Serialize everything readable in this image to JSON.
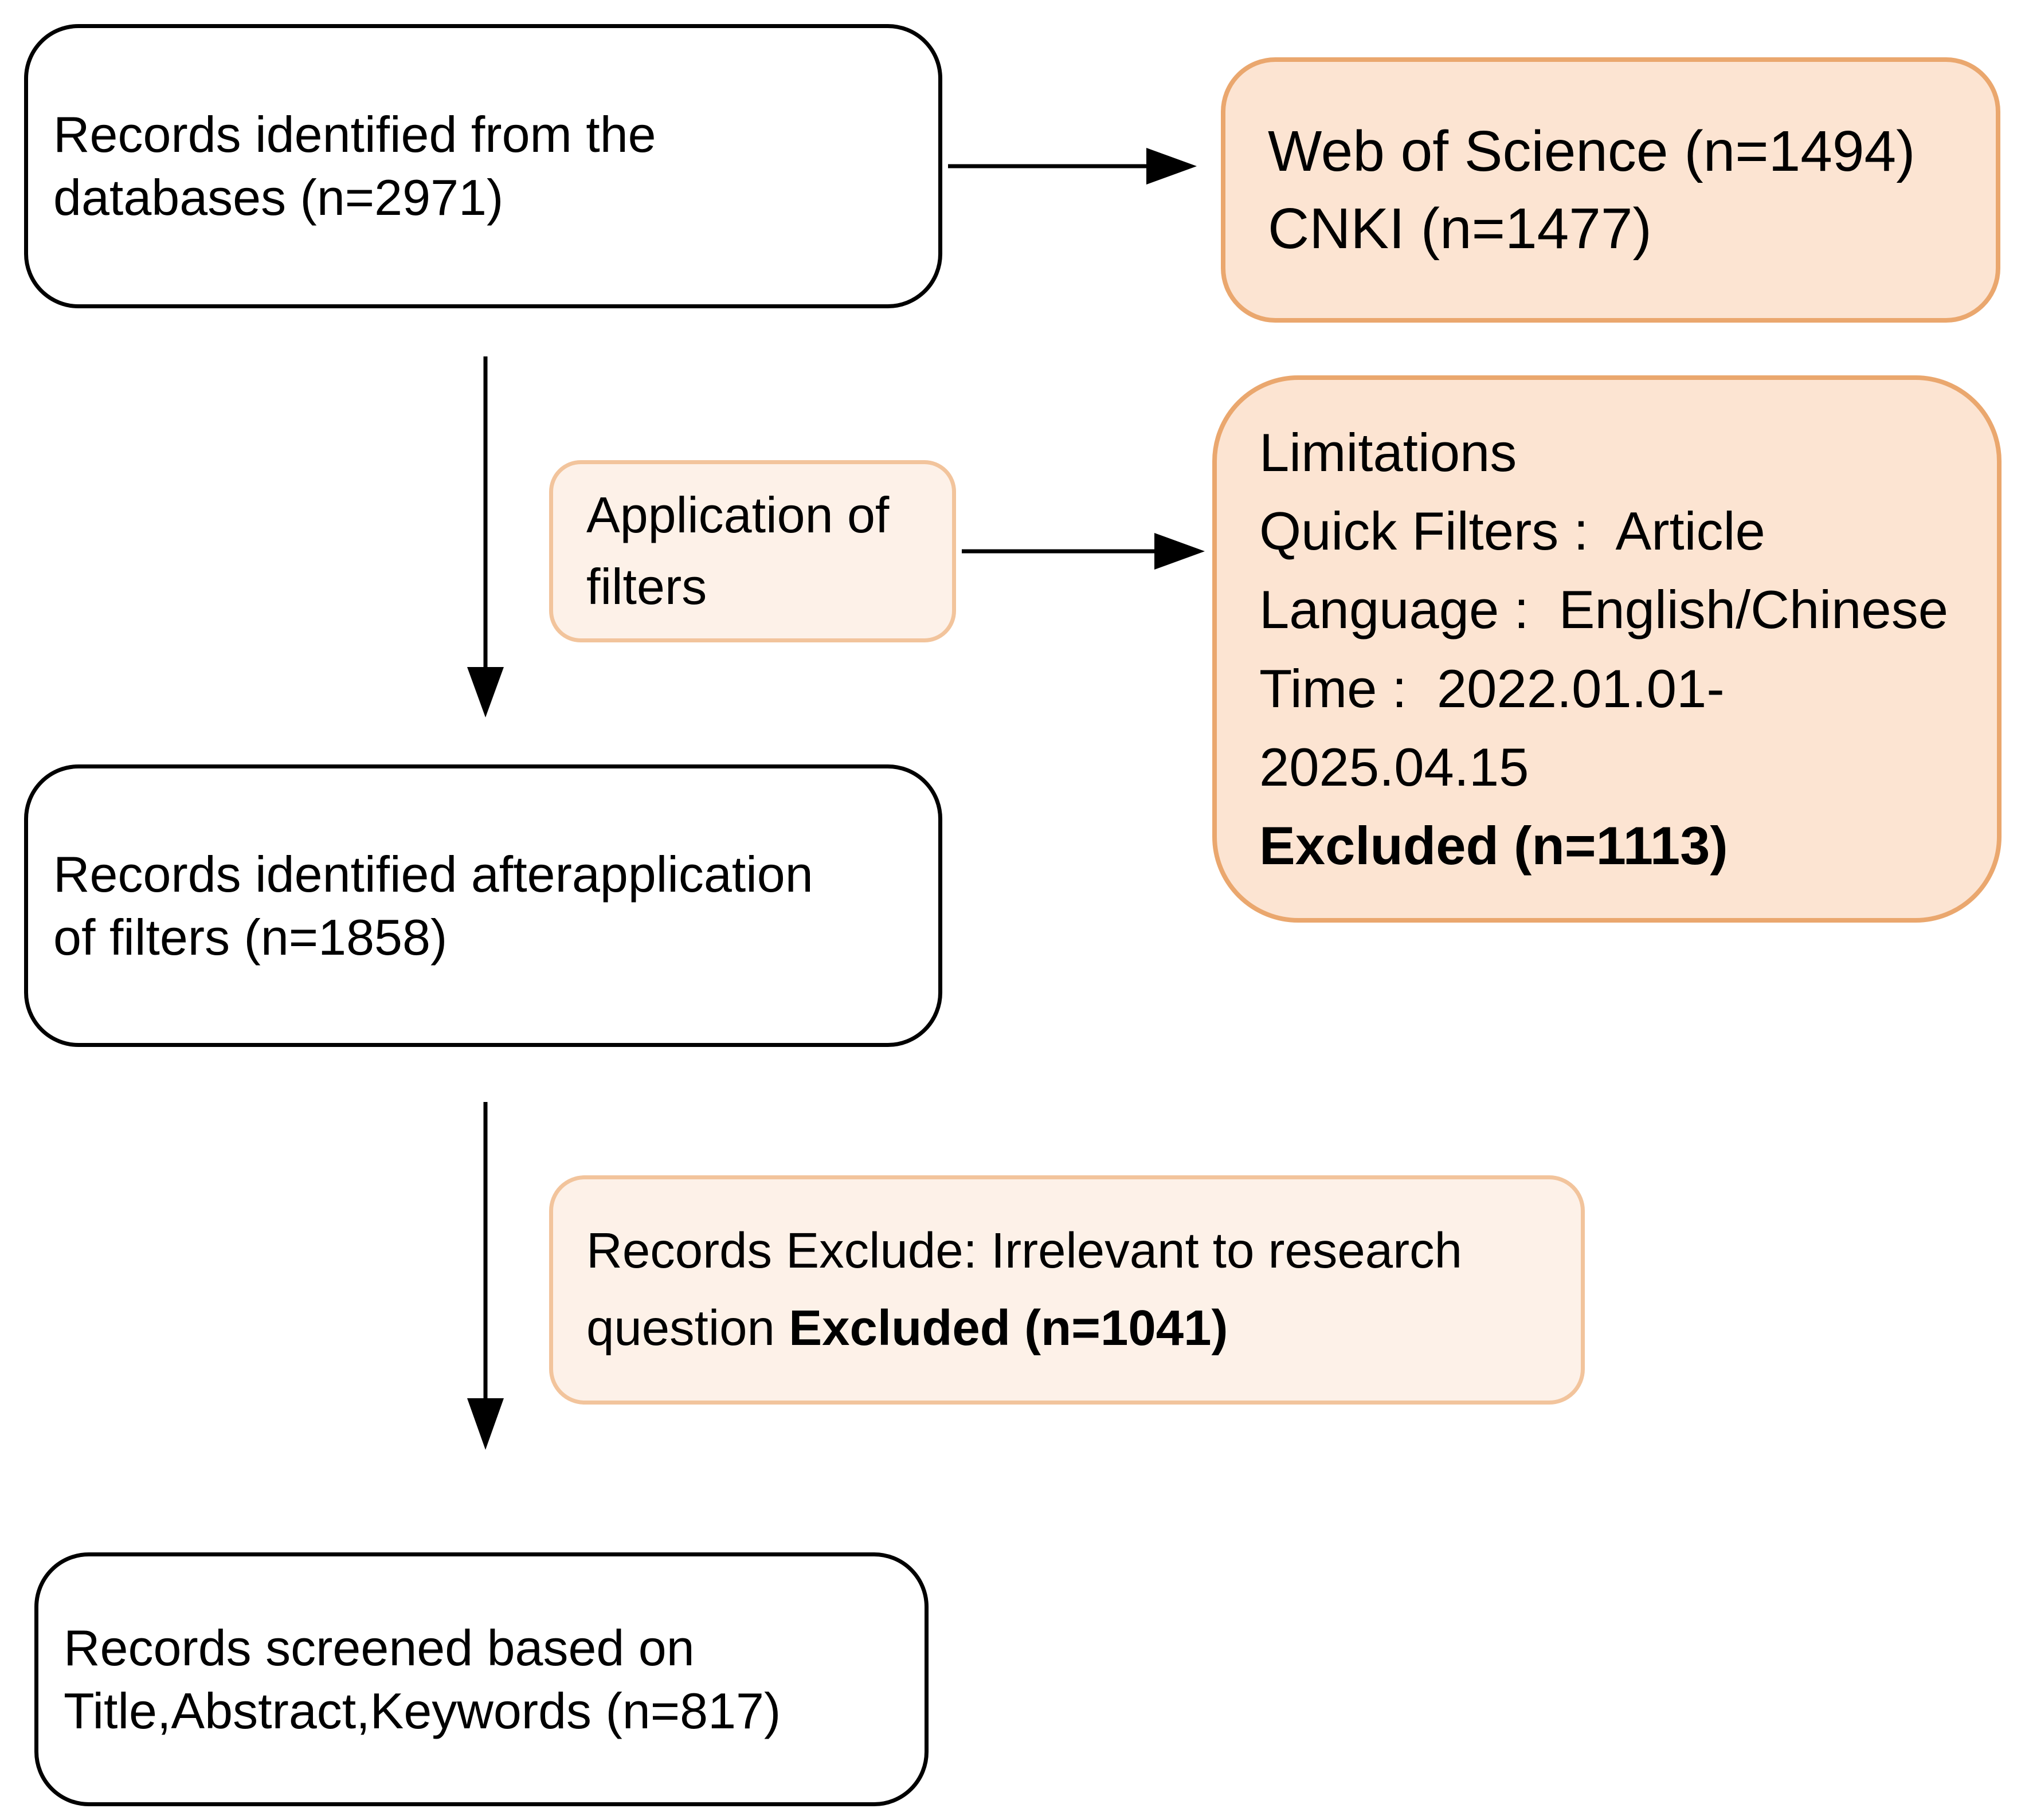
{
  "colors": {
    "background": "#ffffff",
    "white_box_fill": "#ffffff",
    "white_box_border": "#000000",
    "peach_fill": "#fce4d2",
    "peach_border": "#eaa76e",
    "light_fill": "#fdf1e8",
    "light_border": "#f2c49c",
    "arrow": "#000000",
    "text": "#000000"
  },
  "boxes": {
    "records_identified": {
      "lines": [
        "Records identified from the",
        "databases (n=2971)"
      ]
    },
    "database_sources": {
      "lines": [
        "Web of Science (n=1494)",
        "CNKI (n=1477)"
      ]
    },
    "application_filters": {
      "lines": [
        "Application of",
        "filters"
      ]
    },
    "limitations": {
      "lines": [
        "Limitations",
        "Quick Filters :  Article",
        "Language :  English/Chinese",
        "Time :  2022.01.01-",
        "2025.04.15"
      ],
      "excluded_bold": "Excluded (n=1113)"
    },
    "records_after_filters": {
      "lines": [
        "Records identified afterapplication",
        "of filters (n=1858)"
      ]
    },
    "records_exclude": {
      "line1": "Records Exclude: Irrelevant to research",
      "line2_normal": "question ",
      "line2_bold": "Excluded (n=1041)"
    },
    "records_screened": {
      "lines": [
        "Records screened based on",
        "Title,Abstract,Keywords (n=817)"
      ]
    }
  }
}
